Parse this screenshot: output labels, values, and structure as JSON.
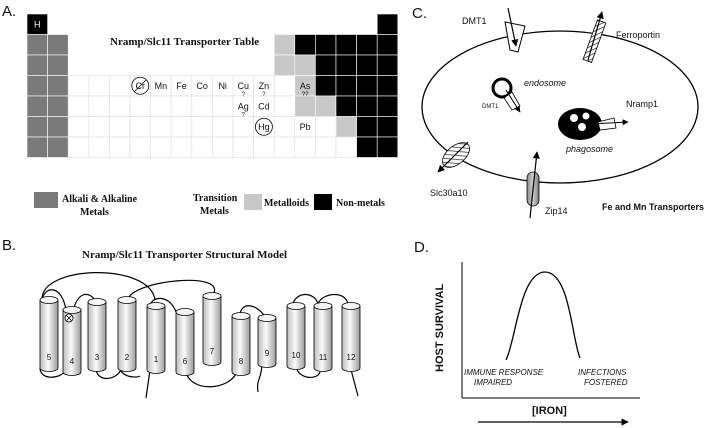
{
  "panels": {
    "a": {
      "label": "A.",
      "title": "Nramp/Slc11 Transporter Table",
      "elements": [
        {
          "symbol": "H",
          "note": ""
        },
        {
          "symbol": "Cr",
          "note": "",
          "circled": true
        },
        {
          "symbol": "Mn",
          "note": ""
        },
        {
          "symbol": "Fe",
          "note": ""
        },
        {
          "symbol": "Co",
          "note": ""
        },
        {
          "symbol": "Ni",
          "note": ""
        },
        {
          "symbol": "Cu",
          "note": "?"
        },
        {
          "symbol": "Zn",
          "note": "?"
        },
        {
          "symbol": "As",
          "note": "??"
        },
        {
          "symbol": "Ag",
          "note": "?"
        },
        {
          "symbol": "Cd",
          "note": ""
        },
        {
          "symbol": "Hg",
          "note": "",
          "circled": true
        },
        {
          "symbol": "Pb",
          "note": ""
        }
      ],
      "legend": [
        {
          "line1": "Alkali & Alkaline",
          "line2": "Metals",
          "color": "#7a7a7a"
        },
        {
          "line1": "Transition",
          "line2": "Metals",
          "color": "#ffffff"
        },
        {
          "line1": "Metalloids",
          "line2": "",
          "color": "#c8c8c8"
        },
        {
          "line1": "Non-metals",
          "line2": "",
          "color": "#000000"
        }
      ]
    },
    "b": {
      "label": "B.",
      "title": "Nramp/Slc11 Transporter Structural Model",
      "segments": [
        "5",
        "4",
        "3",
        "2",
        "1",
        "6",
        "7",
        "8",
        "9",
        "10",
        "11",
        "12"
      ]
    },
    "c": {
      "label": "C.",
      "labels": {
        "dmt1": "DMT1",
        "ferroportin": "Ferroportin",
        "endosome": "endosome",
        "dmt1_small": "DMT1",
        "nramp1": "Nramp1",
        "phagosome": "phagosome",
        "slc30a10": "Slc30a10",
        "zip14": "Zip14",
        "caption": "Fe and Mn Transporters"
      }
    },
    "d": {
      "label": "D.",
      "y_axis": "HOST SURVIVAL",
      "x_axis": "[IRON]",
      "left_note_1": "IMMUNE RESPONSE",
      "left_note_2": "IMPAIRED",
      "right_note_1": "INFECTIONS",
      "right_note_2": "FOSTERED"
    }
  }
}
